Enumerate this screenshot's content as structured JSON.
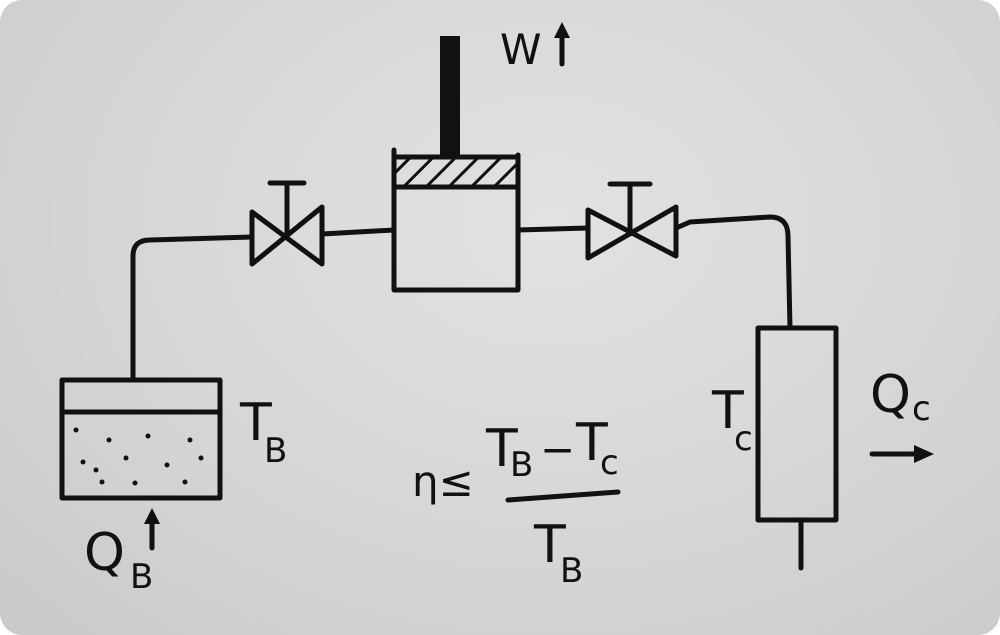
{
  "labels": {
    "work": "W",
    "hot_temp_main": "T",
    "hot_temp_sub": "B",
    "cold_temp_main": "T",
    "cold_temp_sub": "c",
    "heat_in_main": "Q",
    "heat_in_sub": "B",
    "heat_out_main": "Q",
    "heat_out_sub": "c"
  },
  "formula": {
    "symbol": "η≤",
    "numerator_t1": "T",
    "numerator_t1_sub": "B",
    "minus": "−",
    "numerator_t2": "T",
    "numerator_t2_sub": "c",
    "denominator_t": "T",
    "denominator_sub": "B"
  },
  "colors": {
    "ink": "#111111",
    "paper": "#d8d8d6"
  }
}
